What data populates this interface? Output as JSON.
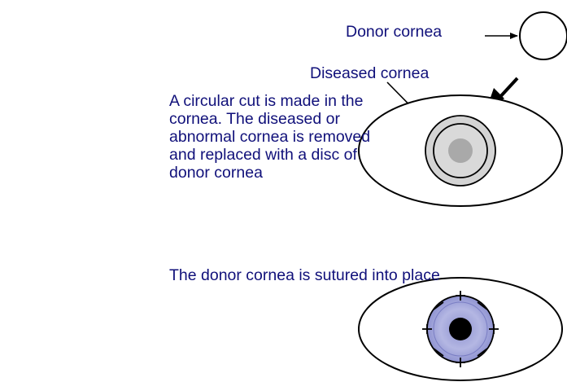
{
  "labels": {
    "donor_cornea": "Donor cornea",
    "diseased_cornea": "Diseased cornea"
  },
  "steps": [
    {
      "lines": [
        "A circular cut is made in the",
        "cornea. The diseased or",
        "abnormal cornea is removed",
        "and replaced with a disc of",
        "donor cornea"
      ]
    },
    {
      "text": "The donor cornea is sutured into place"
    }
  ],
  "colors": {
    "text": "#10107a",
    "outline": "#000000",
    "diseased_outer": "#d4d4d4",
    "diseased_inner": "#a9a9a9",
    "graft": "#9fa3d6",
    "pupil": "#000000"
  }
}
